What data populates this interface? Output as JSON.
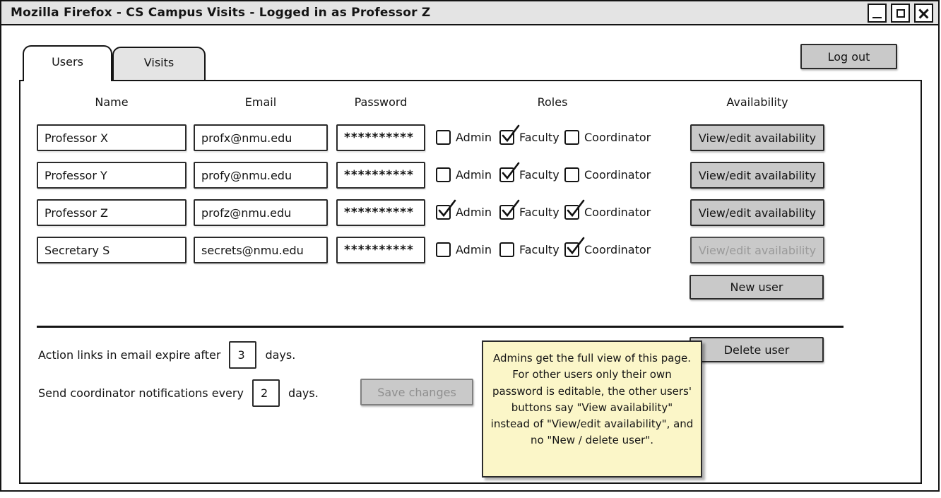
{
  "window": {
    "title": "Mozilla Firefox - CS Campus Visits - Logged in as Professor Z",
    "controls": [
      "minimize",
      "maximize",
      "close"
    ]
  },
  "tabs": [
    {
      "label": "Users",
      "active": true
    },
    {
      "label": "Visits",
      "active": false
    }
  ],
  "logout_label": "Log out",
  "table": {
    "headers": [
      "Name",
      "Email",
      "Password",
      "Roles",
      "Availability"
    ],
    "role_labels": [
      "Admin",
      "Faculty",
      "Coordinator"
    ],
    "rows": [
      {
        "name": "Professor X",
        "email": "profx@nmu.edu",
        "password": "**********",
        "roles": {
          "admin": false,
          "faculty": true,
          "coordinator": false
        },
        "availability_label": "View/edit availability",
        "availability_enabled": true
      },
      {
        "name": "Professor Y",
        "email": "profy@nmu.edu",
        "password": "**********",
        "roles": {
          "admin": false,
          "faculty": true,
          "coordinator": false
        },
        "availability_label": "View/edit availability",
        "availability_enabled": true
      },
      {
        "name": "Professor Z",
        "email": "profz@nmu.edu",
        "password": "**********",
        "roles": {
          "admin": true,
          "faculty": true,
          "coordinator": true
        },
        "availability_label": "View/edit availability",
        "availability_enabled": true
      },
      {
        "name": "Secretary S",
        "email": "secrets@nmu.edu",
        "password": "**********",
        "roles": {
          "admin": false,
          "faculty": false,
          "coordinator": true
        },
        "availability_label": "View/edit availability",
        "availability_enabled": false
      }
    ]
  },
  "actions": {
    "new_user": "New user",
    "delete_user": "Delete user"
  },
  "settings": {
    "expire_prefix": "Action links in email expire after",
    "expire_value": "3",
    "expire_suffix": "days.",
    "notify_prefix": "Send coordinator notifications every",
    "notify_value": "2",
    "notify_suffix": "days.",
    "save_label": "Save changes"
  },
  "note_text": "Admins get the full view of this page. For other users only their own password is editable, the other users' buttons say \"View availability\" instead of \"View/edit availability\", and no \"New / delete user\".",
  "colors": {
    "titlebar": "#e4e4e4",
    "button_fill": "#c9c9c9",
    "note_fill": "#fbf6c8",
    "border": "#141414"
  }
}
